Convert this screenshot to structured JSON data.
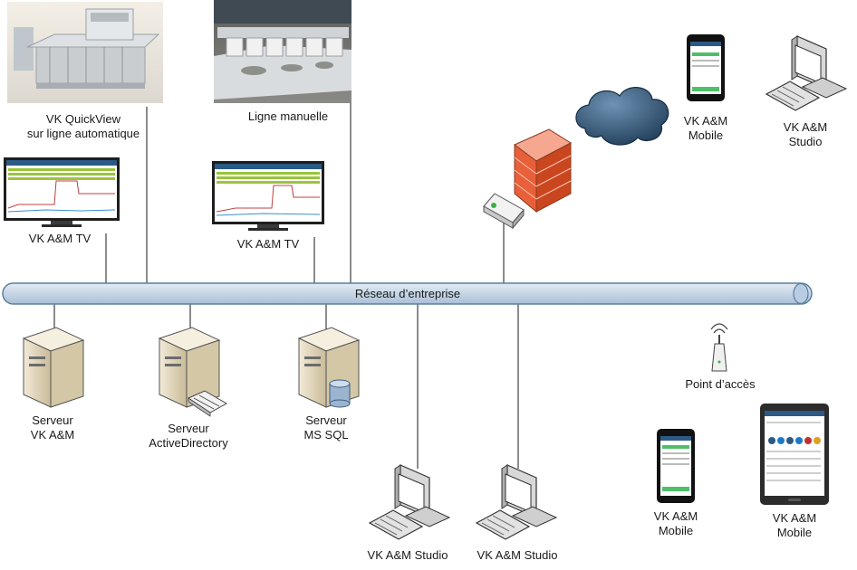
{
  "network": {
    "label": "Réseau d’entreprise"
  },
  "nodes": {
    "quickview": {
      "label": "VK QuickView\nsur ligne automatique"
    },
    "manual_line": {
      "label": "Ligne manuelle"
    },
    "tv_left": {
      "label": "VK A&M TV"
    },
    "tv_right": {
      "label": "VK A&M TV"
    },
    "mobile_top": {
      "label": "VK A&M\nMobile"
    },
    "studio_top": {
      "label": "VK A&M Studio"
    },
    "server_vk": {
      "label": "Serveur\nVK A&M"
    },
    "server_ad": {
      "label": "Serveur\nActiveDirectory"
    },
    "server_sql": {
      "label": "Serveur\nMS SQL"
    },
    "studio_bottom_1": {
      "label": "VK A&M Studio"
    },
    "studio_bottom_2": {
      "label": "VK A&M Studio"
    },
    "access_point": {
      "label": "Point d’accès"
    },
    "mobile_bottom": {
      "label": "VK A&M\nMobile"
    },
    "tablet_bottom": {
      "label": "VK A&M\nMobile"
    }
  },
  "colors": {
    "bus_fill": "#c9d8e8",
    "bus_stroke": "#5d7f9f",
    "line": "#404040",
    "firewall": "#e8603a",
    "cloud": "#33536e",
    "server": "#e6dcc4"
  }
}
